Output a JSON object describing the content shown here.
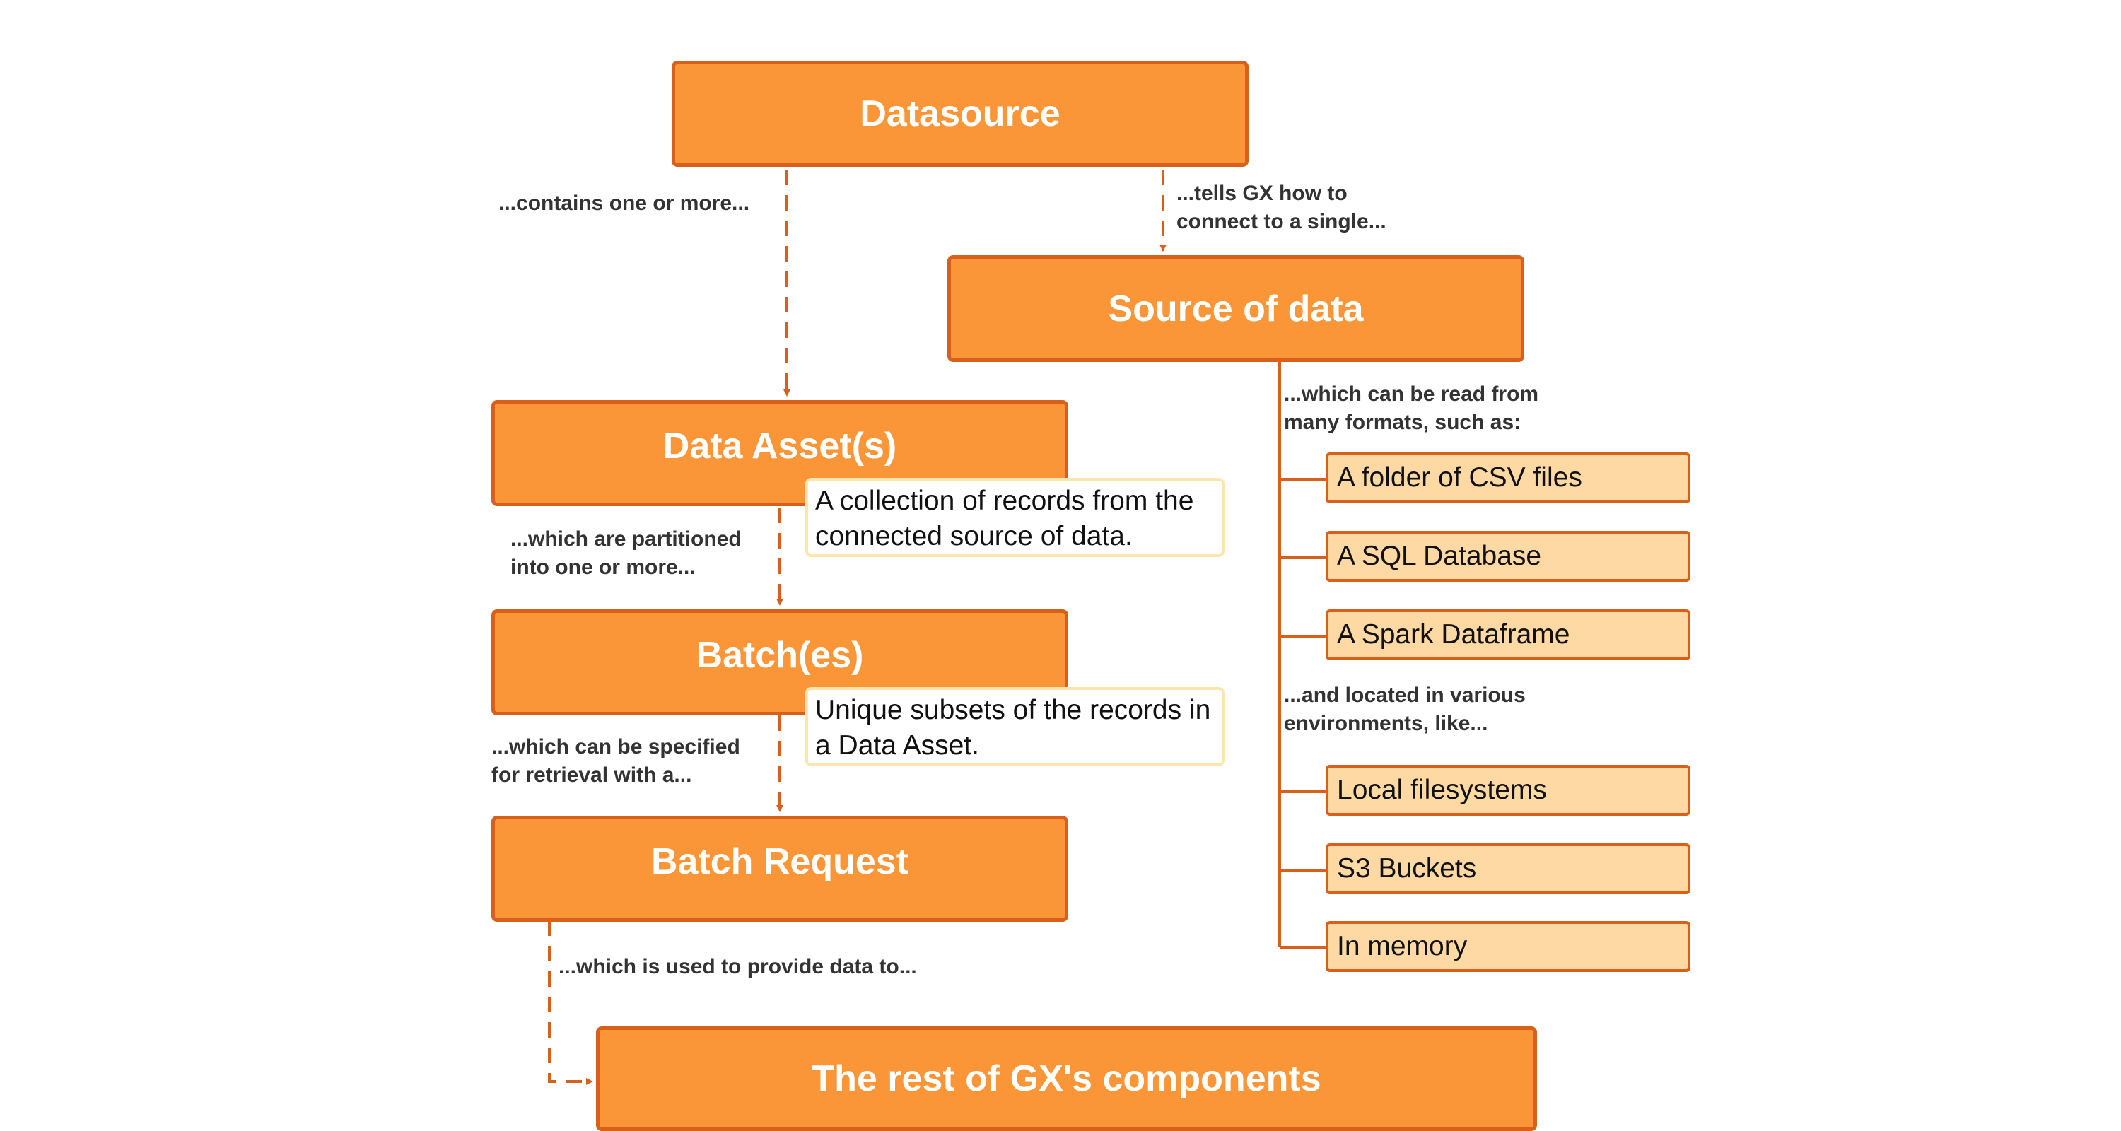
{
  "colors": {
    "box_fill": "#fa9637",
    "box_stroke": "#d8601a",
    "item_fill": "#ffd9a3",
    "note_stroke": "#fde6ad",
    "connector": "#d8601a"
  },
  "boxes": {
    "datasource": "Datasource",
    "source_of_data": "Source of data",
    "data_assets": "Data Asset(s)",
    "batches": "Batch(es)",
    "batch_request": "Batch Request",
    "rest": "The rest of GX's components"
  },
  "notes": {
    "data_assets": "A collection of records from the connected source of data.",
    "batches": "Unique subsets of the records in a Data Asset."
  },
  "labels": {
    "contains": "...contains one or more...",
    "tells_1": "...tells GX how to",
    "tells_2": "connect to a single...",
    "partitioned_1": "...which are partitioned",
    "partitioned_2": "into one or more...",
    "specified_1": "...which can be specified",
    "specified_2": "for retrieval with a...",
    "provide": "...which is used to provide data to...",
    "formats_1": "...which can be read from",
    "formats_2": "many formats, such as:",
    "envs_1": "...and located in various",
    "envs_2": "environments, like..."
  },
  "formats": [
    "A folder of CSV files",
    "A SQL Database",
    "A Spark Dataframe"
  ],
  "environments": [
    "Local filesystems",
    "S3 Buckets",
    "In memory"
  ]
}
